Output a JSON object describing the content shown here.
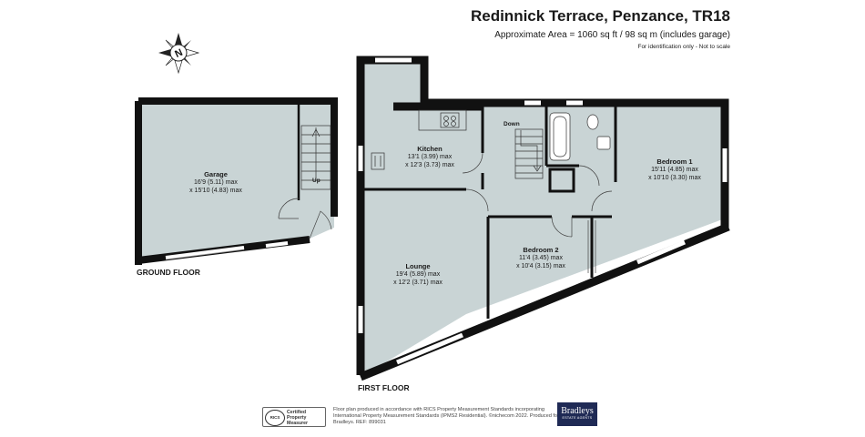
{
  "header": {
    "title": "Redinnick Terrace, Penzance, TR18",
    "subtitle": "Approximate Area = 1060 sq ft / 98 sq m (includes garage)",
    "note": "For identification only - Not to scale"
  },
  "compass": {
    "letter": "N",
    "icon": "compass-icon"
  },
  "floors": {
    "ground": "GROUND FLOOR",
    "first": "FIRST FLOOR"
  },
  "rooms": {
    "garage": {
      "name": "Garage",
      "dim1": "16'9 (5.11) max",
      "dim2": "x 15'10 (4.83) max"
    },
    "kitchen": {
      "name": "Kitchen",
      "dim1": "13'1 (3.99) max",
      "dim2": "x 12'3 (3.73) max"
    },
    "bedroom1": {
      "name": "Bedroom 1",
      "dim1": "15'11 (4.85) max",
      "dim2": "x 10'10 (3.30) max"
    },
    "bedroom2": {
      "name": "Bedroom 2",
      "dim1": "11'4 (3.45) max",
      "dim2": "x 10'4 (3.15) max"
    },
    "lounge": {
      "name": "Lounge",
      "dim1": "19'4 (5.89) max",
      "dim2": "x 12'2 (3.71) max"
    }
  },
  "stairs": {
    "up": "Up",
    "down": "Down"
  },
  "footer": {
    "rics_badge": "RICS",
    "rics_line1": "Certified",
    "rics_line2": "Property",
    "rics_line3": "Measurer",
    "text": "Floor plan produced in accordance with RICS Property Measurement Standards incorporating International Property Measurement Standards (IPMS2 Residential). ©nichecom 2022. Produced for Bradleys. REF: 899031",
    "brand_name": "Bradleys",
    "brand_tag": "ESTATE AGENTS"
  },
  "colors": {
    "floor": "#c9d4d5",
    "wall": "#111111",
    "window": "#ffffff",
    "brand": "#1f2a55"
  }
}
